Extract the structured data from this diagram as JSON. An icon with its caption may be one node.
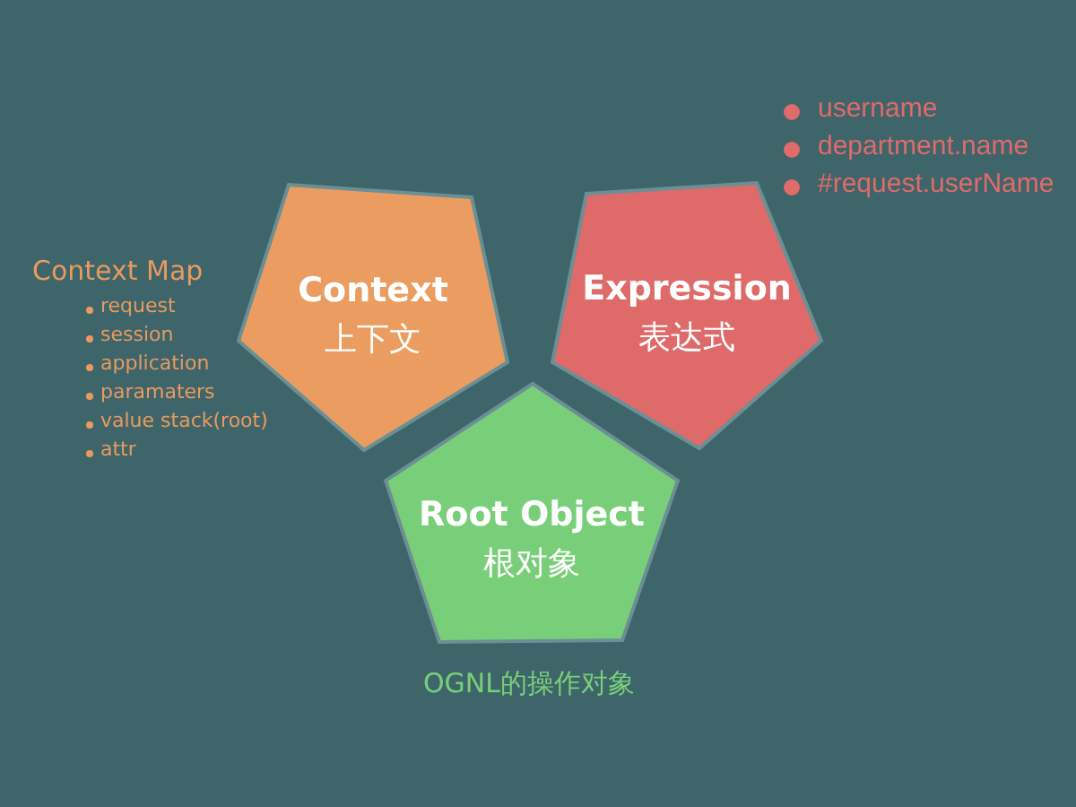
{
  "diagram": {
    "nodes": [
      {
        "text": [
          "Context",
          "上下文"
        ]
      },
      {
        "text": [
          "Expression",
          "表达式"
        ]
      },
      {
        "text": [
          "Root Object",
          "根对象"
        ],
        "beside": [
          "OGNL的操作对象"
        ]
      }
    ],
    "edges": [],
    "labels": [
      "username",
      "department.name",
      "#request.userName",
      "Context Map",
      "request",
      "session",
      "application",
      "paramaters",
      "value stack(root)",
      "attr"
    ]
  }
}
